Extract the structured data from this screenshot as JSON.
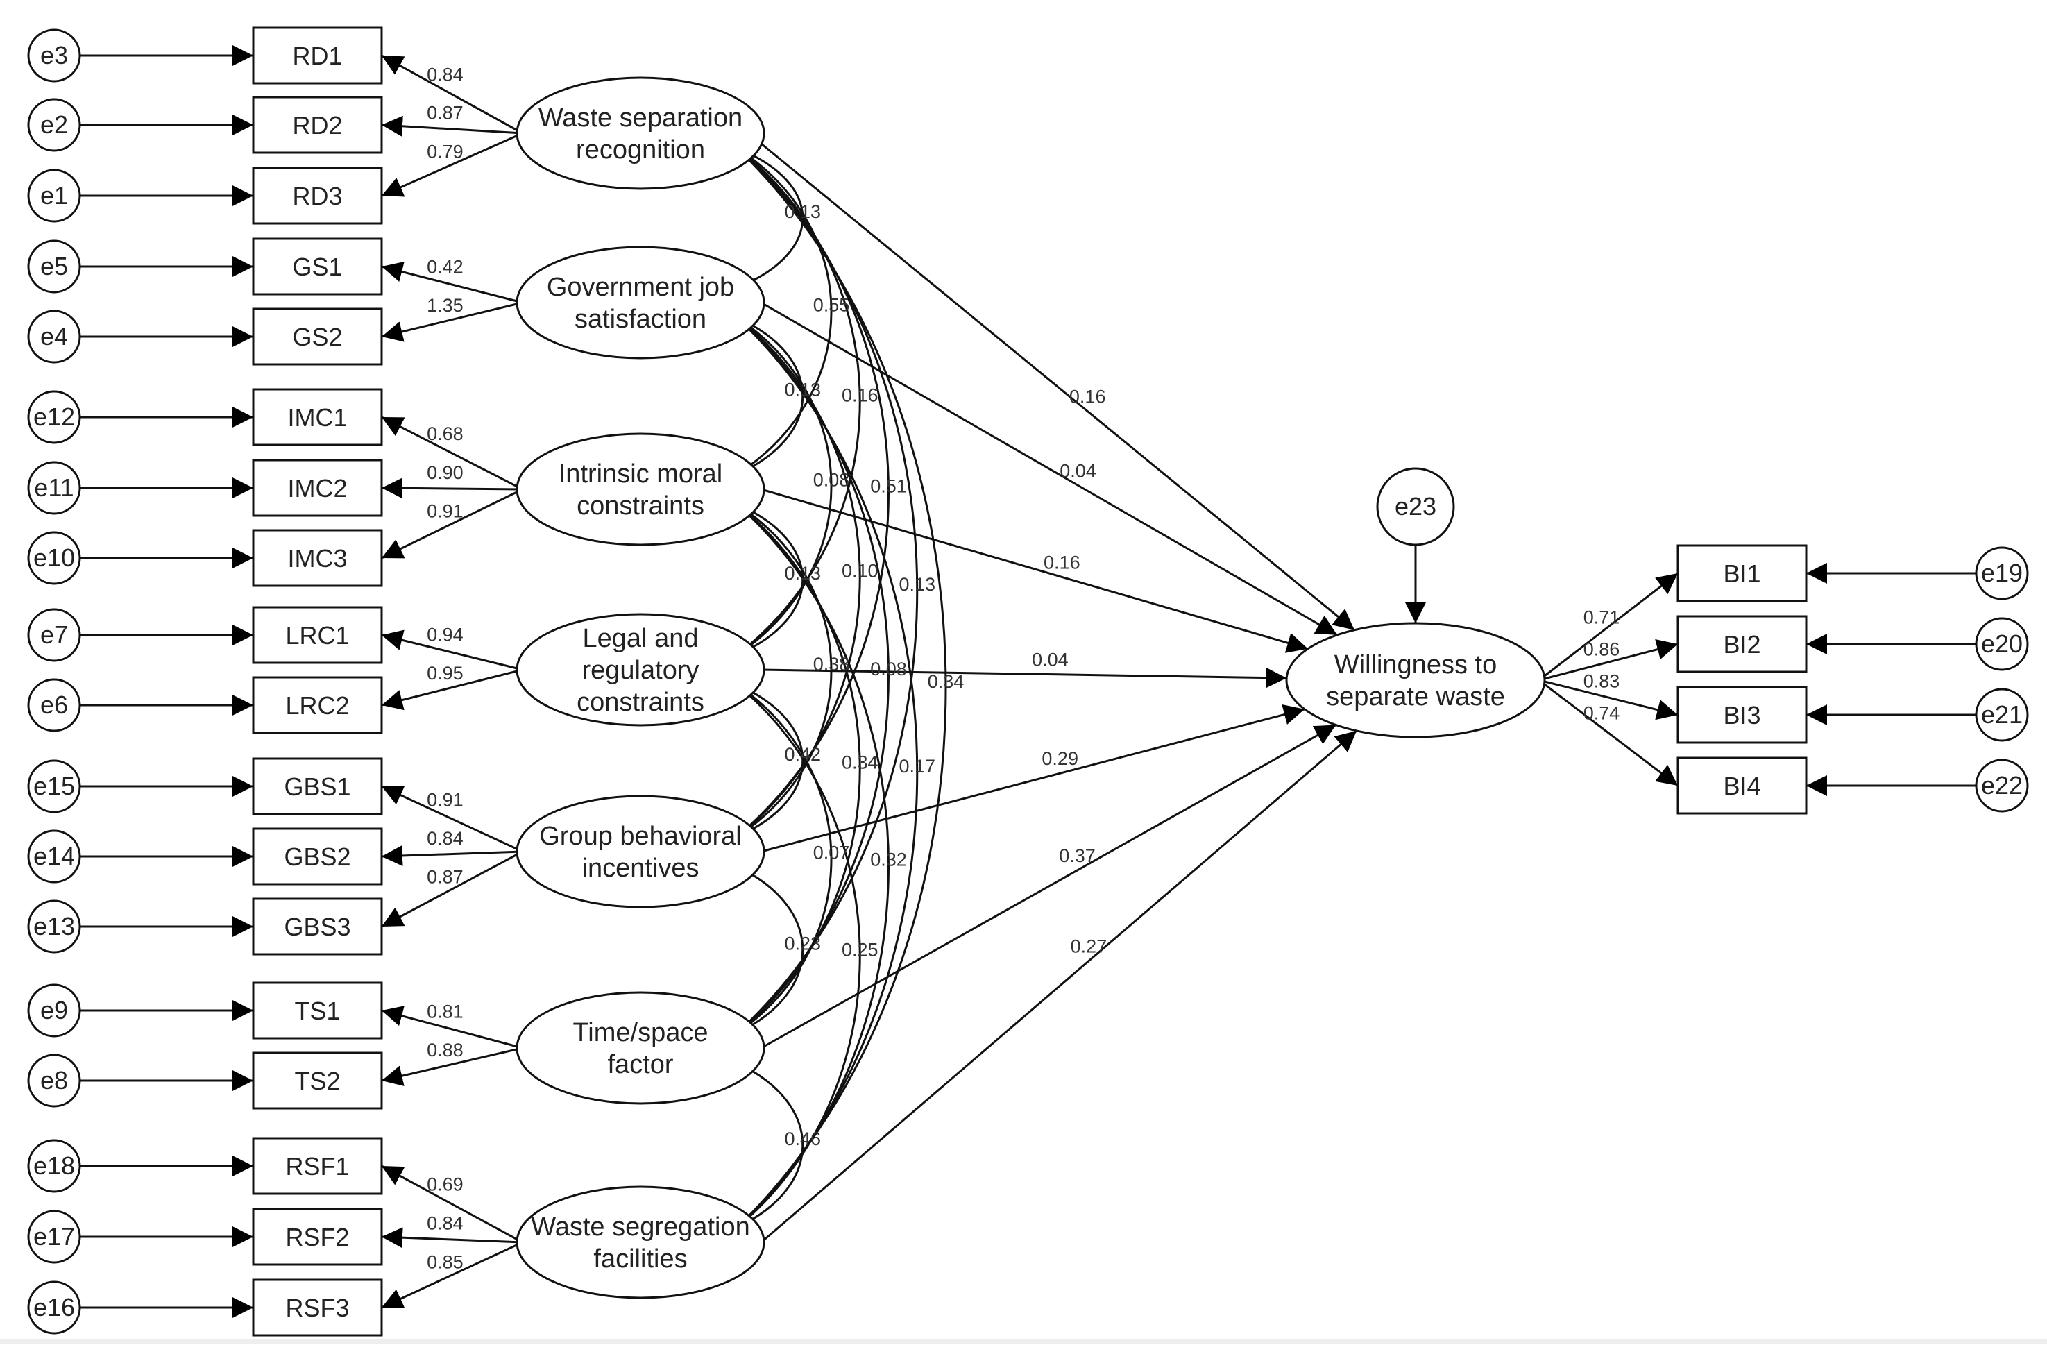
{
  "latents": [
    {
      "id": "L1",
      "lines": [
        "Waste separation",
        "recognition"
      ]
    },
    {
      "id": "L2",
      "lines": [
        "Government job",
        "satisfaction"
      ]
    },
    {
      "id": "L3",
      "lines": [
        "Intrinsic moral",
        "constraints"
      ]
    },
    {
      "id": "L4",
      "lines": [
        "Legal and",
        "regulatory",
        "constraints"
      ]
    },
    {
      "id": "L5",
      "lines": [
        "Group behavioral",
        "incentives"
      ]
    },
    {
      "id": "L6",
      "lines": [
        "Time/space",
        "factor"
      ]
    },
    {
      "id": "L7",
      "lines": [
        "Waste segregation",
        "facilities"
      ]
    },
    {
      "id": "L8",
      "lines": [
        "Willingness to",
        "separate waste"
      ]
    }
  ],
  "indicators": [
    {
      "name": "RD1",
      "error": "e3",
      "latent": "L1",
      "loading": "0.84"
    },
    {
      "name": "RD2",
      "error": "e2",
      "latent": "L1",
      "loading": "0.87"
    },
    {
      "name": "RD3",
      "error": "e1",
      "latent": "L1",
      "loading": "0.79"
    },
    {
      "name": "GS1",
      "error": "e5",
      "latent": "L2",
      "loading": "0.42"
    },
    {
      "name": "GS2",
      "error": "e4",
      "latent": "L2",
      "loading": "1.35"
    },
    {
      "name": "IMC1",
      "error": "e12",
      "latent": "L3",
      "loading": "0.68"
    },
    {
      "name": "IMC2",
      "error": "e11",
      "latent": "L3",
      "loading": "0.90"
    },
    {
      "name": "IMC3",
      "error": "e10",
      "latent": "L3",
      "loading": "0.91"
    },
    {
      "name": "LRC1",
      "error": "e7",
      "latent": "L4",
      "loading": "0.94"
    },
    {
      "name": "LRC2",
      "error": "e6",
      "latent": "L4",
      "loading": "0.95"
    },
    {
      "name": "GBS1",
      "error": "e15",
      "latent": "L5",
      "loading": "0.91"
    },
    {
      "name": "GBS2",
      "error": "e14",
      "latent": "L5",
      "loading": "0.84"
    },
    {
      "name": "GBS3",
      "error": "e13",
      "latent": "L5",
      "loading": "0.87"
    },
    {
      "name": "TS1",
      "error": "e9",
      "latent": "L6",
      "loading": "0.81"
    },
    {
      "name": "TS2",
      "error": "e8",
      "latent": "L6",
      "loading": "0.88"
    },
    {
      "name": "RSF1",
      "error": "e18",
      "latent": "L7",
      "loading": "0.69"
    },
    {
      "name": "RSF2",
      "error": "e17",
      "latent": "L7",
      "loading": "0.84"
    },
    {
      "name": "RSF3",
      "error": "e16",
      "latent": "L7",
      "loading": "0.85"
    }
  ],
  "outcome_indicators": [
    {
      "name": "BI1",
      "error": "e19",
      "loading": "0.71"
    },
    {
      "name": "BI2",
      "error": "e20",
      "loading": "0.86"
    },
    {
      "name": "BI3",
      "error": "e21",
      "loading": "0.83"
    },
    {
      "name": "BI4",
      "error": "e22",
      "loading": "0.74"
    }
  ],
  "outcome_error": "e23",
  "paths": [
    {
      "from": "L1",
      "to": "L8",
      "coef": "0.16"
    },
    {
      "from": "L2",
      "to": "L8",
      "coef": "0.04"
    },
    {
      "from": "L3",
      "to": "L8",
      "coef": "0.16"
    },
    {
      "from": "L4",
      "to": "L8",
      "coef": "0.04"
    },
    {
      "from": "L5",
      "to": "L8",
      "coef": "0.29"
    },
    {
      "from": "L6",
      "to": "L8",
      "coef": "0.37"
    },
    {
      "from": "L7",
      "to": "L8",
      "coef": "0.27"
    }
  ],
  "covariances": [
    {
      "a": "L1",
      "b": "L2",
      "coef": "0.13"
    },
    {
      "a": "L1",
      "b": "L3",
      "coef": "0.55"
    },
    {
      "a": "L1",
      "b": "L4",
      "coef": "0.16"
    },
    {
      "a": "L1",
      "b": "L5",
      "coef": "0.51"
    },
    {
      "a": "L1",
      "b": "L6",
      "coef": "0.13"
    },
    {
      "a": "L1",
      "b": "L7",
      "coef": "0.34"
    },
    {
      "a": "L2",
      "b": "L3",
      "coef": "0.13"
    },
    {
      "a": "L2",
      "b": "L4",
      "coef": "0.08"
    },
    {
      "a": "L2",
      "b": "L5",
      "coef": "0.10"
    },
    {
      "a": "L2",
      "b": "L6",
      "coef": "0.08"
    },
    {
      "a": "L2",
      "b": "L7",
      "coef": "0.17"
    },
    {
      "a": "L3",
      "b": "L4",
      "coef": "0.13"
    },
    {
      "a": "L3",
      "b": "L5",
      "coef": "0.38"
    },
    {
      "a": "L3",
      "b": "L6",
      "coef": "0.34"
    },
    {
      "a": "L3",
      "b": "L7",
      "coef": "0.32"
    },
    {
      "a": "L4",
      "b": "L5",
      "coef": "0.42"
    },
    {
      "a": "L4",
      "b": "L6",
      "coef": "0.07"
    },
    {
      "a": "L4",
      "b": "L7",
      "coef": "0.25"
    },
    {
      "a": "L5",
      "b": "L6",
      "coef": "0.23"
    },
    {
      "a": "L6",
      "b": "L7",
      "coef": "0.46"
    }
  ]
}
